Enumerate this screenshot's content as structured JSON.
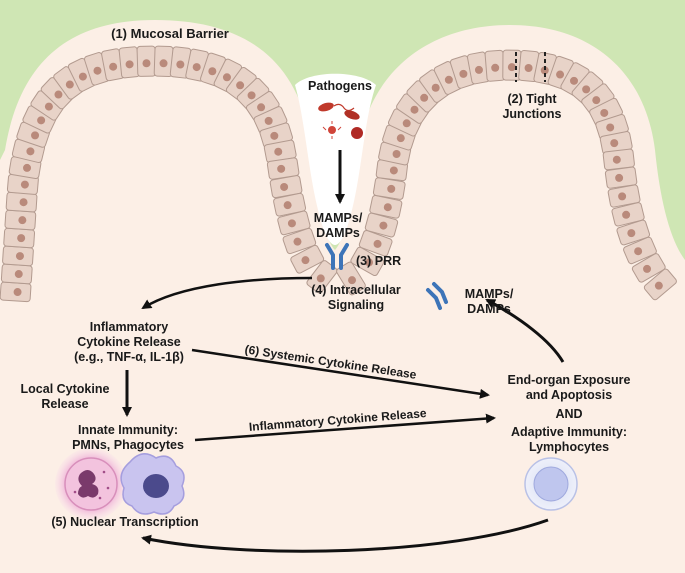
{
  "labels": {
    "mucosal_barrier": "(1) Mucosal Barrier",
    "pathogens": "Pathogens",
    "tight_junctions_1": "(2) Tight",
    "tight_junctions_2": "Junctions",
    "mamps_top_1": "MAMPs/",
    "mamps_top_2": "DAMPs",
    "prr": "(3) PRR",
    "intracellular_1": "(4) Intracellular",
    "intracellular_2": "Signaling",
    "mamps_right_1": "MAMPs/",
    "mamps_right_2": "DAMPs",
    "inflammatory_1": "Inflammatory",
    "inflammatory_2": "Cytokine Release",
    "inflammatory_3": "(e.g., TNF-α, IL-1β)",
    "systemic": "(6) Systemic Cytokine Release",
    "local_1": "Local Cytokine",
    "local_2": "Release",
    "endorgan_1": "End-organ Exposure",
    "endorgan_2": "and Apoptosis",
    "and": "AND",
    "adaptive_1": "Adaptive Immunity:",
    "adaptive_2": "Lymphocytes",
    "innate_1": "Innate Immunity:",
    "innate_2": "PMNs, Phagocytes",
    "inflammatory_release": "Inflammatory Cytokine Release",
    "nuclear": "(5) Nuclear Transcription"
  },
  "colors": {
    "lumen_green": "#cfe6b4",
    "tissue": "#fcefe6",
    "cell_fill": "#e8d3c8",
    "cell_stroke": "#b29a8f",
    "nucleus": "#b98a7b",
    "receptor": "#3d74b8",
    "arrow": "#111111"
  }
}
